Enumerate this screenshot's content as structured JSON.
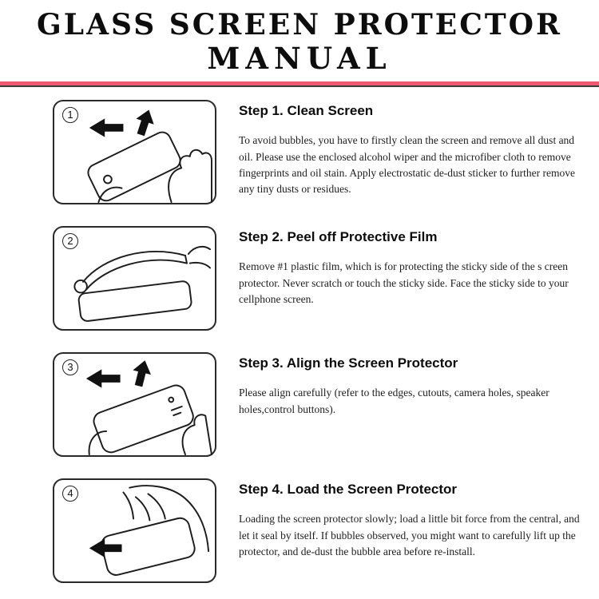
{
  "header": {
    "title_line1": "GLASS SCREEN PROTECTOR",
    "title_line2": "MANUAL"
  },
  "colors": {
    "accent": "#ee5a71",
    "ink": "#111111"
  },
  "steps": [
    {
      "number": "1",
      "heading": "Step 1. Clean Screen",
      "body": "To avoid bubbles, you have to firstly clean the screen and remove all dust and oil. Please use the enclosed alcohol wiper and the microfiber cloth to remove fingerprints and oil stain. Apply electrostatic de-dust sticker to further remove any tiny dusts or residues."
    },
    {
      "number": "2",
      "heading": "Step 2. Peel off Protective Film",
      "body": "Remove #1 plastic film, which is for protecting the sticky side of the s creen protector. Never scratch or touch the sticky side. Face the sticky side to your cellphone screen."
    },
    {
      "number": "3",
      "heading": "Step 3. Align the Screen Protector",
      "body": "Please align carefully (refer to the edges, cutouts, camera holes, speaker holes,control buttons)."
    },
    {
      "number": "4",
      "heading": "Step 4. Load the Screen Protector",
      "body": "Loading the screen protector slowly; load a little bit force from the central, and let it seal by itself. If bubbles observed, you might want to carefully lift up the protector, and de-dust the bubble area before re-install."
    }
  ]
}
